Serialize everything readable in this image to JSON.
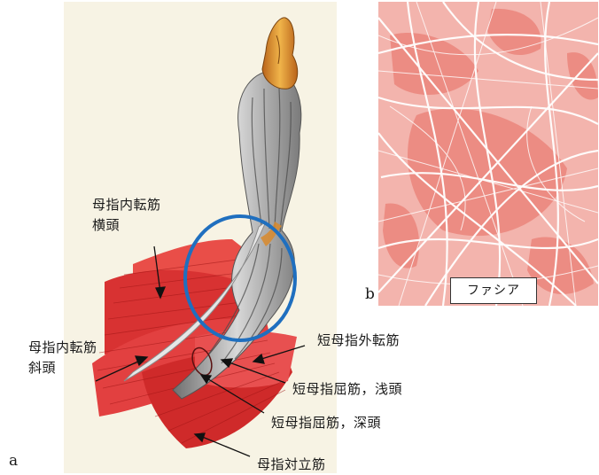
{
  "panel_a": {
    "letter": "a",
    "labels": {
      "adductor_transverse_1": "母指内転筋",
      "adductor_transverse_2": "横頭",
      "adductor_oblique_1": "母指内転筋",
      "adductor_oblique_2": "斜頭",
      "abductor_brevis": "短母指外転筋",
      "flexor_brevis_superficial": "短母指屈筋，浅頭",
      "flexor_brevis_deep": "短母指屈筋，深頭",
      "opponens": "母指対立筋"
    }
  },
  "panel_b": {
    "letter": "b",
    "caption": "ファシア"
  },
  "colors": {
    "muscle_red": "#e23a3a",
    "tendon_gray": "#9a9a9a",
    "bone_orange": "#d98a2b",
    "highlight_blue": "#1f6fbf",
    "fascia_pink": "#f0918a",
    "background_panel_a": "#f7f3e4"
  }
}
